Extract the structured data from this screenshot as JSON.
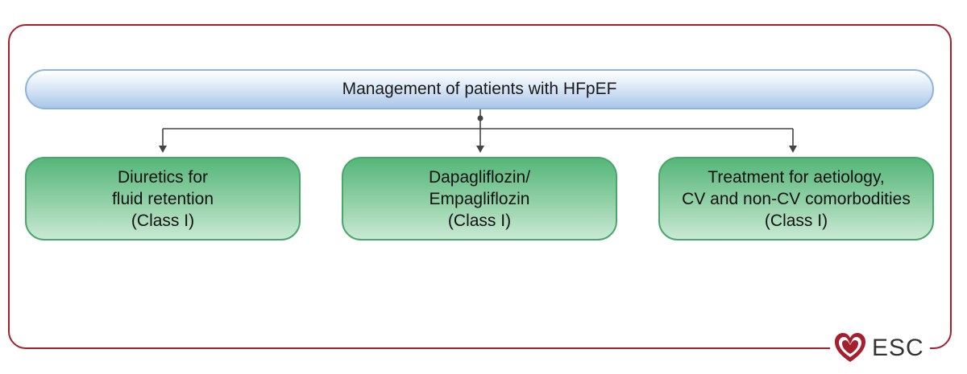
{
  "title": "Management of patients with HFpEF",
  "boxes": [
    {
      "lines": [
        "Diuretics for",
        "fluid retention",
        "(Class I)"
      ]
    },
    {
      "lines": [
        "Dapagliflozin/",
        "Empagliflozin",
        "(Class I)"
      ]
    },
    {
      "lines": [
        "Treatment for aetiology,",
        "CV and non-CV comorbodities",
        "(Class I)"
      ]
    }
  ],
  "logo": {
    "text": "ESC",
    "color": "#a51f2c"
  },
  "colors": {
    "frame": "#a51f2c",
    "top_box": "#aac7e9",
    "sub_box": "#55b679",
    "connector": "#444444"
  }
}
